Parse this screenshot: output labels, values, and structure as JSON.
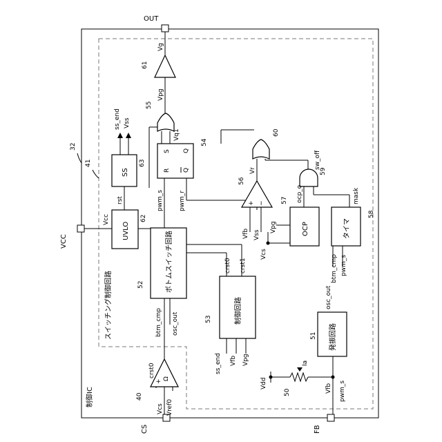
{
  "pins": {
    "out": "OUT",
    "vcc": "VCC",
    "cs": "CS",
    "fb": "FB"
  },
  "refs": {
    "ic": "32",
    "area": "41",
    "driver": "61",
    "or_gate": "55",
    "latch": "54",
    "or2": "60",
    "and_gate": "59",
    "comparator": "56",
    "ocp": "57",
    "timer": "58",
    "ss": "63",
    "uvlo": "62",
    "bottom": "52",
    "control": "53",
    "amp": "40",
    "resistor": "50",
    "osc": "51"
  },
  "blocks": {
    "ic_label": "制御IC",
    "area_label": "スイッチング制御回路",
    "bottom_switch": "ボトムスイッチ回路",
    "control": "制御回路",
    "osc": "発振回路",
    "ss": "SS",
    "uvlo": "UVLO",
    "ocp": "OCP",
    "timer": "タイマ",
    "latch_s": "S",
    "latch_r": "R",
    "latch_q": "Q",
    "latch_qbar": "Q",
    "amp_sym": "Ω"
  },
  "signals": {
    "vg": "Vg",
    "vpg_top": "Vpg",
    "vq1": "Vq1",
    "vr": "Vr",
    "ss_end": "ss_end",
    "vss_top": "Vss",
    "rst": "rst",
    "vcc_in": "Vcc",
    "pwm_s_latch": "pwm_s",
    "pwm_r": "pwm_r",
    "sw_off": "sw_off",
    "ocp_o": "ocp_o",
    "mask": "mask",
    "vfb_cmp": "Vfb",
    "vss_cmp": "Vss",
    "vcs_cmp": "Vcs",
    "vpg_ocp": "Vpg",
    "btm_cmp_timer": "btm_cmp",
    "pwm_s_timer": "pwm_s",
    "crst0": "crst0",
    "crst1": "crst1",
    "btm_cmp": "btm_cmp",
    "osc_out_b": "osc_out",
    "ss_end_c": "ss_end",
    "vfb_c": "Vfb",
    "vpg_c": "Vpg",
    "osc_out": "osc_out",
    "ia": "Ia",
    "vdd": "Vdd",
    "vfb_fb": "Vfb",
    "pwm_s_fb": "pwm_s",
    "crst0_amp": "crst0",
    "vcs_amp": "Vcs",
    "vref0": "Vref0",
    "plus": "+",
    "minus": "−",
    "plus2": "+"
  }
}
